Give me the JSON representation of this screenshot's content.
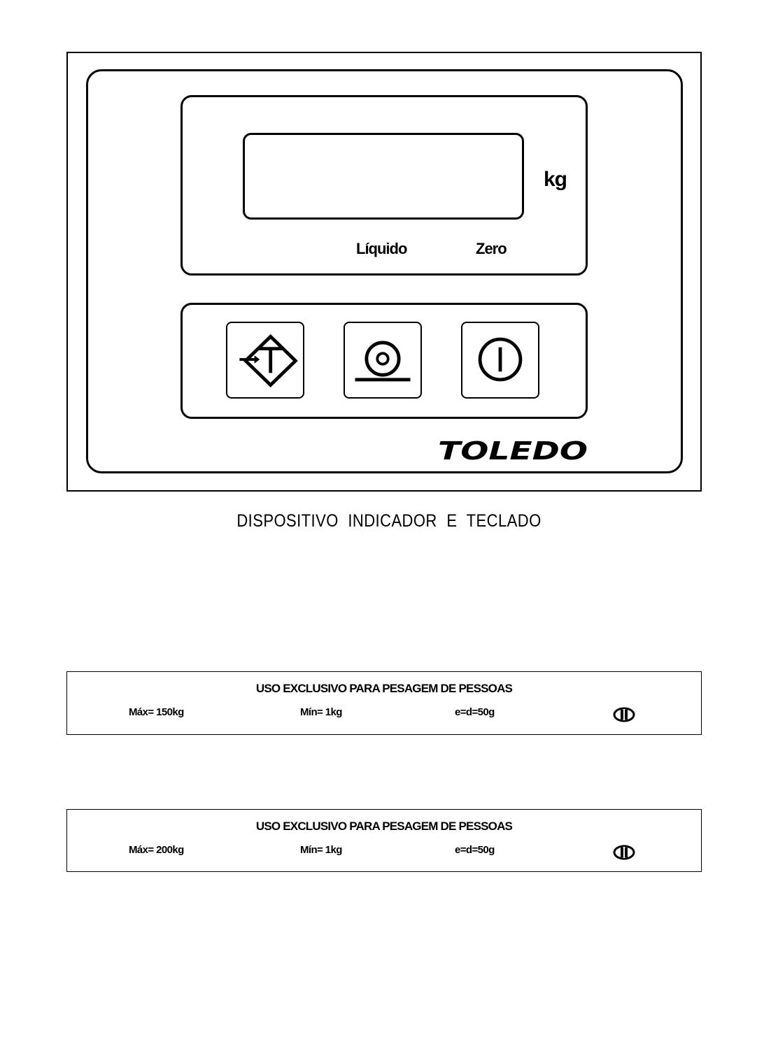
{
  "indicator": {
    "unit": "kg",
    "indicator_net": "Líquido",
    "indicator_zero": "Zero",
    "keys": [
      {
        "name": "tare-key",
        "icon": "tare-icon"
      },
      {
        "name": "zero-key",
        "icon": "zero-icon"
      },
      {
        "name": "power-key",
        "icon": "power-icon"
      }
    ],
    "brand": "TOLEDO"
  },
  "caption": "DISPOSITIVO INDICADOR E TECLADO",
  "plates": [
    {
      "title": "USO EXCLUSIVO PARA PESAGEM DE PESSOAS",
      "max": "Máx= 150kg",
      "min": "Mín= 1kg",
      "e_d": "e=d=50g",
      "symbol": "approval-mark-icon"
    },
    {
      "title": "USO EXCLUSIVO PARA PESAGEM DE PESSOAS",
      "max": "Máx= 200kg",
      "min": "Mín= 1kg",
      "e_d": "e=d=50g",
      "symbol": "approval-mark-icon"
    }
  ]
}
